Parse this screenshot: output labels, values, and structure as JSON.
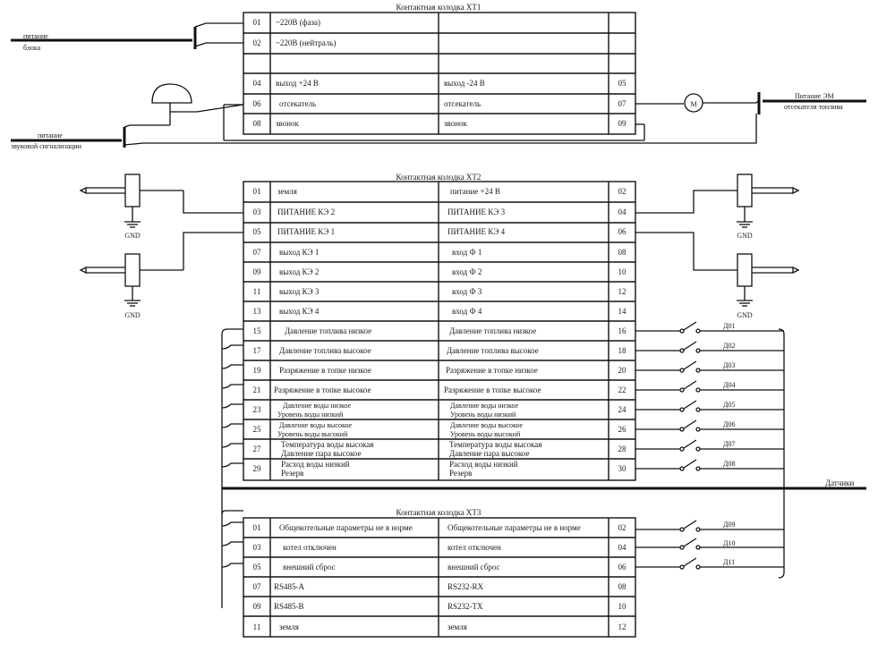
{
  "blocks": [
    {
      "title": "Контактная колодка XT1",
      "rows": [
        {
          "ln": "01",
          "lt": "~220В (фаза)",
          "rt": "",
          "rn": ""
        },
        {
          "ln": "02",
          "lt": "~220В (нейтраль)",
          "rt": "",
          "rn": ""
        },
        {
          "ln": "",
          "lt": "",
          "rt": "",
          "rn": ""
        },
        {
          "ln": "04",
          "lt": "выход +24 В",
          "rt": "выход -24 В",
          "rn": "05"
        },
        {
          "ln": "06",
          "lt": "отсекатель",
          "rt": "отсекатель",
          "rn": "07"
        },
        {
          "ln": "08",
          "lt": "звонок",
          "rt": "звонок",
          "rn": "09"
        }
      ]
    },
    {
      "title": "Контактная колодка XT2",
      "rows": [
        {
          "ln": "01",
          "lt": "земля",
          "rt": "питание +24 В",
          "rn": "02"
        },
        {
          "ln": "03",
          "lt": "ПИТАНИЕ КЭ 2",
          "rt": "ПИТАНИЕ КЭ 3",
          "rn": "04"
        },
        {
          "ln": "05",
          "lt": "ПИТАНИЕ КЭ 1",
          "rt": "ПИТАНИЕ КЭ 4",
          "rn": "06"
        },
        {
          "ln": "07",
          "lt": "выход КЭ 1",
          "rt": "вход Ф 1",
          "rn": "08"
        },
        {
          "ln": "09",
          "lt": "выход КЭ 2",
          "rt": "вход Ф 2",
          "rn": "10"
        },
        {
          "ln": "11",
          "lt": "выход КЭ 3",
          "rt": "вход Ф 3",
          "rn": "12"
        },
        {
          "ln": "13",
          "lt": "выход КЭ 4",
          "rt": "вход Ф 4",
          "rn": "14"
        },
        {
          "ln": "15",
          "lt": "Давление топлива низкое",
          "rt": "Давление топлива низкое",
          "rn": "16"
        },
        {
          "ln": "17",
          "lt": "Давление топлива высокое",
          "rt": "Давление топлива высокое",
          "rn": "18"
        },
        {
          "ln": "19",
          "lt": "Разряжение в топке низкое",
          "rt": "Разряжение в топке низкое",
          "rn": "20"
        },
        {
          "ln": "21",
          "lt": "Разряжение в топке высокое",
          "rt": "Разряжение в топке высокое",
          "rn": "22"
        },
        {
          "ln": "23",
          "lt": "Давление воды низкое",
          "lt2": "Уровень воды низкий",
          "rt": "Давление воды низкое",
          "rt2": "Уровень воды низкий",
          "rn": "24"
        },
        {
          "ln": "25",
          "lt": "Давление воды высокое",
          "lt2": "Уровень воды высокий",
          "rt": "Давление воды высокое",
          "rt2": "Уровень воды высокий",
          "rn": "26"
        },
        {
          "ln": "27",
          "lt": "Температура воды высокая",
          "lt2": "Давление пара высокое",
          "rt": "Температура воды высокая",
          "rt2": "Давление пара высокое",
          "rn": "28"
        },
        {
          "ln": "29",
          "lt": "Расход воды низкий",
          "lt2": "Резерв",
          "rt": "Расход воды низкий",
          "rt2": "Резерв",
          "rn": "30"
        }
      ]
    },
    {
      "title": "Контактная колодка XT3",
      "rows": [
        {
          "ln": "01",
          "lt": "Общекотельные параметры не в норме",
          "rt": "Общекотельные параметры не в норме",
          "rn": "02"
        },
        {
          "ln": "03",
          "lt": "котел отключен",
          "rt": "котел отключен",
          "rn": "04"
        },
        {
          "ln": "05",
          "lt": "внешний сброс",
          "rt": "внешний сброс",
          "rn": "06"
        },
        {
          "ln": "07",
          "lt": "RS485-A",
          "rt": "RS232-RX",
          "rn": "08"
        },
        {
          "ln": "09",
          "lt": "RS485-B",
          "rt": "RS232-TX",
          "rn": "10"
        },
        {
          "ln": "11",
          "lt": "земля",
          "rt": "земля",
          "rn": "12"
        }
      ]
    }
  ],
  "labels": {
    "power_block_1": "питание",
    "power_block_2": "блока",
    "sound_alarm_1": "питание",
    "sound_alarm_2": "звуковой сигнализации",
    "em_power_1": "Питание ЭМ",
    "em_power_2": "отсекателя топлива",
    "motor": "M",
    "gnd": "GND",
    "sensors_bus": "Датчики"
  },
  "sensors": [
    "Д01",
    "Д02",
    "Д03",
    "Д04",
    "Д05",
    "Д06",
    "Д07",
    "Д08",
    "Д09",
    "Д10",
    "Д11"
  ]
}
